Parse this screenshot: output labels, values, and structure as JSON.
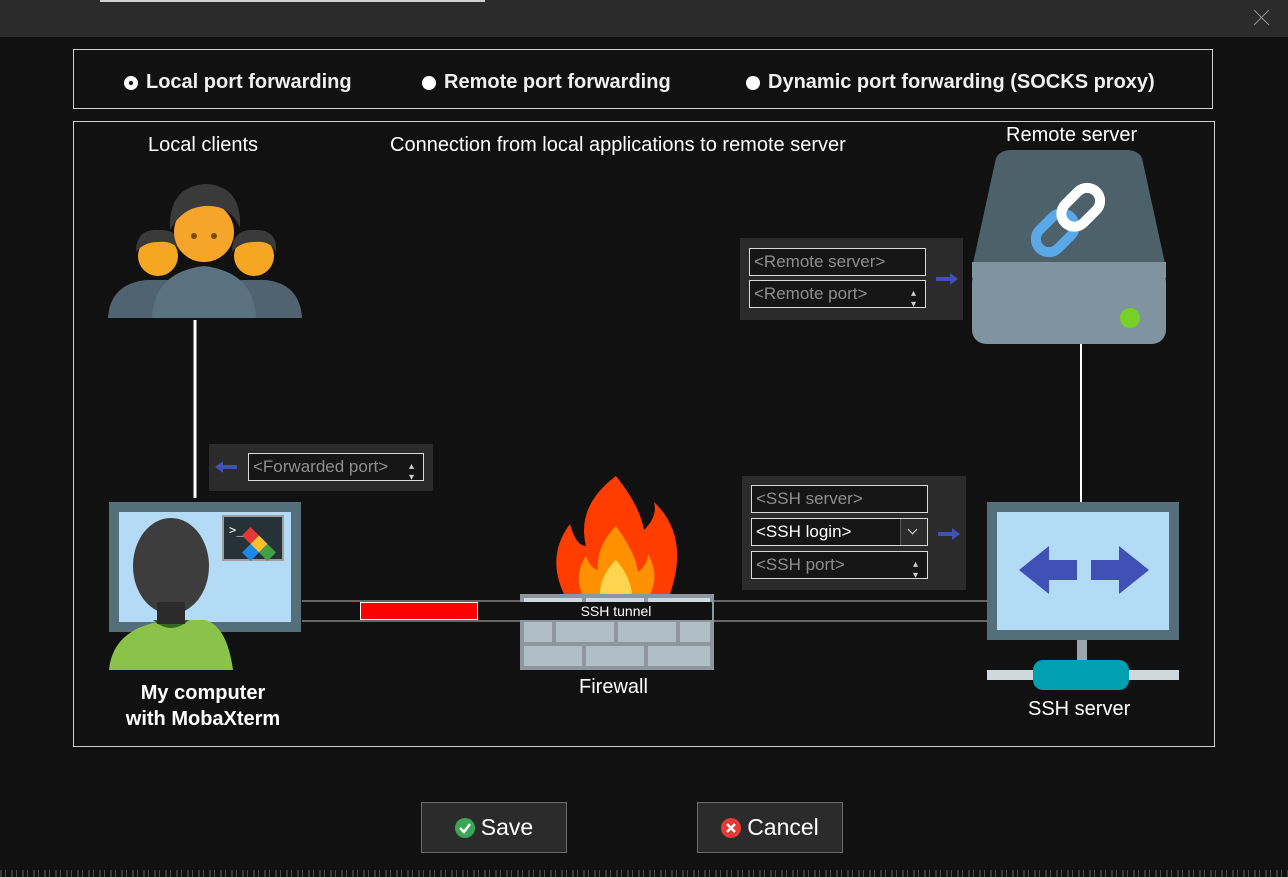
{
  "window": {},
  "modes": [
    {
      "label": "Local port forwarding",
      "selected": true
    },
    {
      "label": "Remote port forwarding",
      "selected": false
    },
    {
      "label": "Dynamic port forwarding (SOCKS proxy)",
      "selected": false
    }
  ],
  "diagram": {
    "local_clients_label": "Local clients",
    "description": "Connection from local applications to remote server",
    "remote_server_label": "Remote server",
    "my_computer_label_line1": "My computer",
    "my_computer_label_line2": "with MobaXterm",
    "firewall_label": "Firewall",
    "ssh_server_label": "SSH server",
    "tunnel_label": "SSH tunnel"
  },
  "fields": {
    "remote_server": {
      "placeholder": "<Remote server>"
    },
    "remote_port": {
      "placeholder": "<Remote port>"
    },
    "forwarded_port": {
      "placeholder": "<Forwarded port>"
    },
    "ssh_server": {
      "placeholder": "<SSH server>"
    },
    "ssh_login": {
      "value": "<SSH login>"
    },
    "ssh_port": {
      "placeholder": "<SSH port>"
    }
  },
  "buttons": {
    "save": "Save",
    "cancel": "Cancel"
  },
  "colors": {
    "background": "#111111",
    "panel": "#2b2b2b",
    "arrow": "#3f51b5",
    "tunnel_bar": "#ff0000",
    "save_icon": "#3aa757",
    "cancel_icon": "#e53935"
  }
}
